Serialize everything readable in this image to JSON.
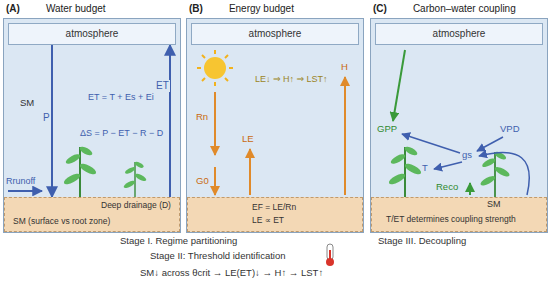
{
  "diagram": {
    "nodes": [
      {
        "text": [
          "(A)",
          "Water budget"
        ]
      },
      {
        "text": [
          "atmosphere"
        ],
        "in": 0
      },
      {
        "text": [
          "Deep drainage (D)",
          "SM (surface vs root zone)"
        ],
        "in": 0
      },
      {
        "text": [
          "(B)",
          "Energy budget"
        ]
      },
      {
        "text": [
          "atmosphere"
        ],
        "in": 3
      },
      {
        "text": [
          "EF = LE/Rn",
          "LE ∝ ET"
        ],
        "in": 3
      },
      {
        "text": [
          "(C)",
          "Carbon–water coupling"
        ]
      },
      {
        "text": [
          "atmosphere"
        ],
        "in": 6
      },
      {
        "text": [
          "T/ET determines coupling strength"
        ],
        "in": 6
      }
    ],
    "edges": [
      {
        "from": 1,
        "to": 2,
        "arrow": "to",
        "label": "P"
      },
      {
        "from": 2,
        "to": 1,
        "arrow": "to",
        "label": "ET"
      }
    ],
    "labels": [
      "SM",
      "ET = T + Es + Ei",
      "ΔS = P − ET − R − D",
      "Rrunoff",
      "Rn",
      "G0",
      "LE",
      "H",
      "LE↓ ⇒ H↑ ⇒ LST↑",
      "GPP",
      "VPD",
      "gs",
      "T",
      "Reco",
      "SM",
      "Stage I. Regime partitioning",
      "Stage II: Threshold identification",
      "SM↓ across θcrit → LE(ET)↓ → H↑ → LST↑",
      "Stage III. Decoupling"
    ]
  }
}
